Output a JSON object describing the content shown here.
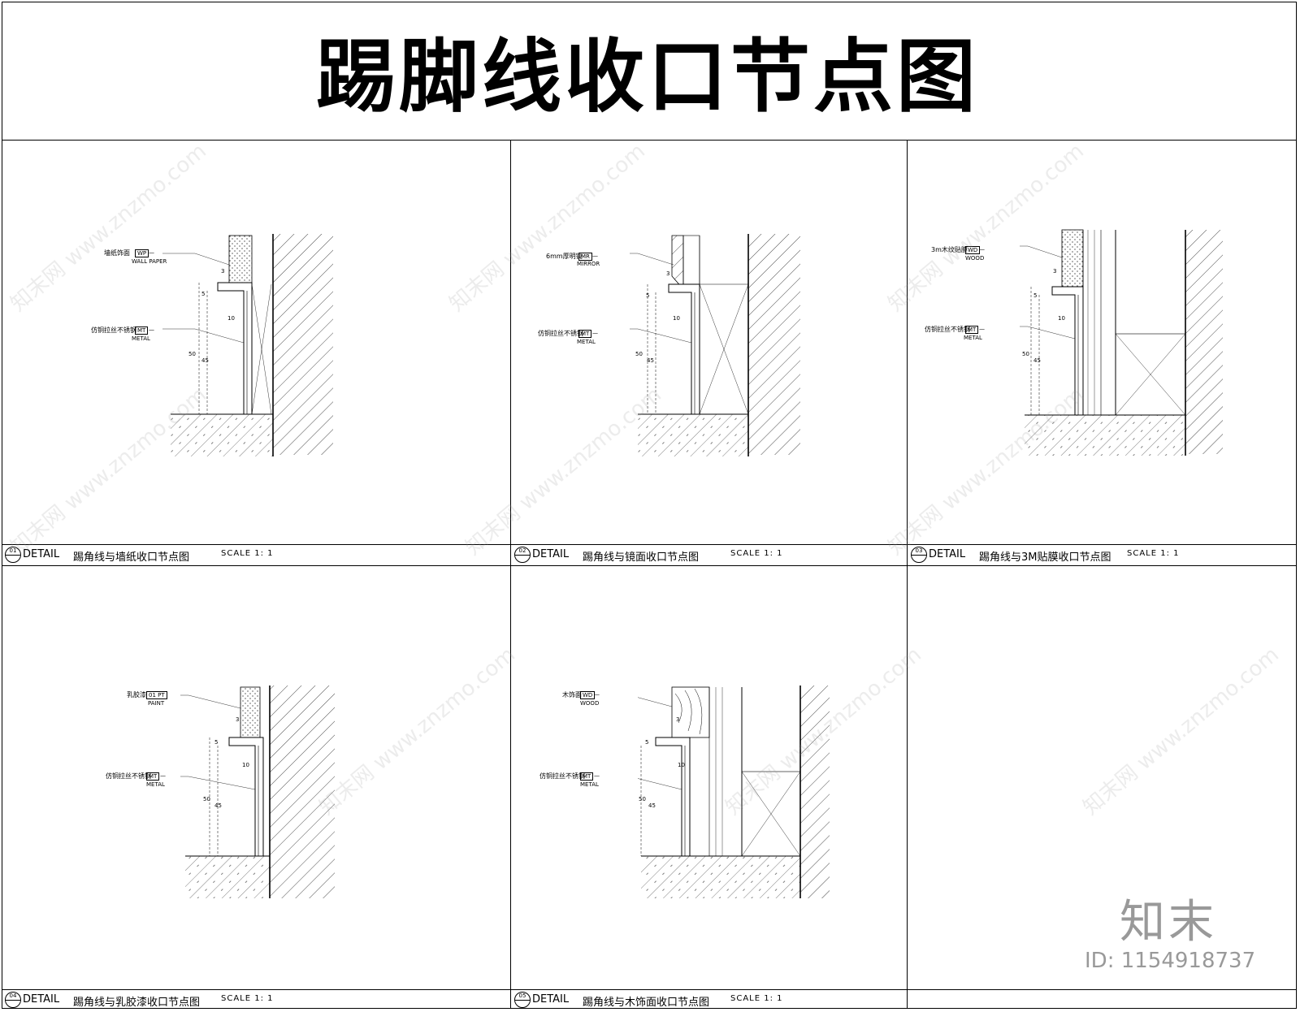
{
  "title": "踢脚线收口节点图",
  "detail_word": "DETAIL",
  "scale_text": "SCALE  1: 1",
  "panels": [
    {
      "num": "01",
      "name": "踢角线与墙纸收口节点图",
      "finish_label": "墙纸饰面",
      "finish_code": "WP",
      "finish_sub": "WALL PAPER"
    },
    {
      "num": "02",
      "name": "踢角线与镜面收口节点图",
      "finish_label": "6mm厚明镜",
      "finish_code": "MR",
      "finish_sub": "MIRROR"
    },
    {
      "num": "03",
      "name": "踢角线与3M贴膜收口节点图",
      "finish_label": "3m木纹贴膜",
      "finish_code": "WD",
      "finish_sub": "WOOD"
    },
    {
      "num": "04",
      "name": "踢角线与乳胶漆收口节点图",
      "finish_label": "乳胶漆",
      "finish_code": "01 PT",
      "finish_sub": "PAINT"
    },
    {
      "num": "05",
      "name": "踢角线与木饰面收口节点图",
      "finish_label": "木饰面",
      "finish_code": "WD",
      "finish_sub": "WOOD"
    }
  ],
  "metal_label": "仿铜拉丝不锈钢",
  "metal_code": "MT",
  "metal_sub": "METAL",
  "dash": "—",
  "dims": {
    "d3": "3",
    "d5": "5",
    "d10": "10",
    "d50": "50",
    "d45": "45"
  },
  "watermark": "知末网 www.znzmo.com",
  "logo": "知末",
  "id_text": "ID: 1154918737"
}
